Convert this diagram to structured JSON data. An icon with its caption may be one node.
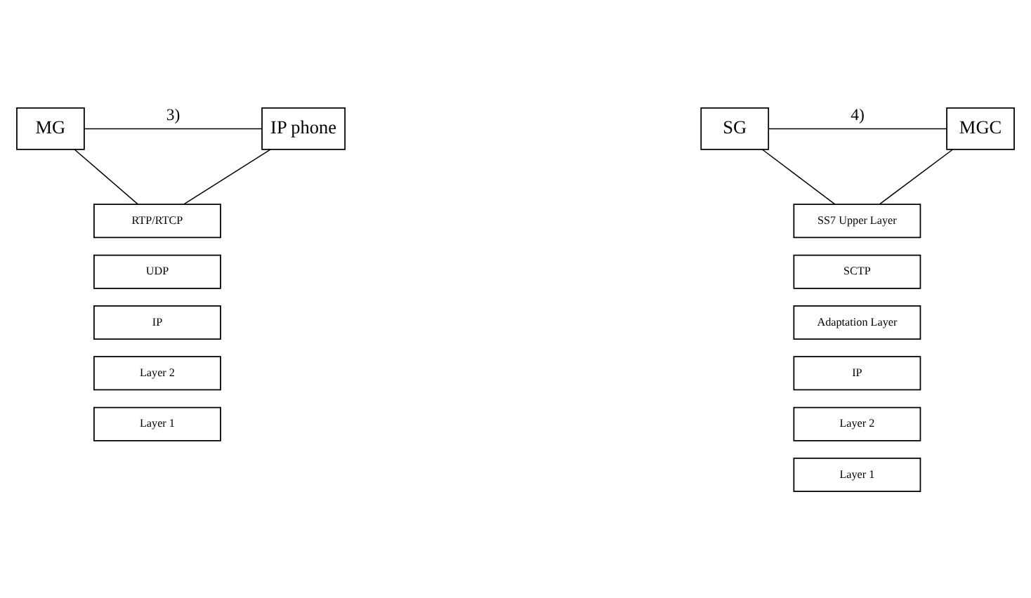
{
  "diagram": {
    "nodes": [
      {
        "text": [
          "MG"
        ]
      },
      {
        "text": [
          "IP phone"
        ]
      },
      {
        "text": [
          "RTP/RTCP"
        ]
      },
      {
        "text": [
          "UDP"
        ]
      },
      {
        "text": [
          "IP"
        ]
      },
      {
        "text": [
          "Layer 2"
        ]
      },
      {
        "text": [
          "Layer 1"
        ]
      },
      {
        "text": [
          "SG"
        ]
      },
      {
        "text": [
          "MGC"
        ]
      },
      {
        "text": [
          "SS7 Upper Layer"
        ]
      },
      {
        "text": [
          "SCTP"
        ]
      },
      {
        "text": [
          "Adaptation Layer"
        ]
      },
      {
        "text": [
          "IP"
        ]
      },
      {
        "text": [
          "Layer 2"
        ]
      },
      {
        "text": [
          "Layer 1"
        ]
      }
    ],
    "edges": [
      {
        "from": 0,
        "to": 1,
        "arrow": "none",
        "label": "3)"
      },
      {
        "from": 0,
        "to": 2,
        "arrow": "none"
      },
      {
        "from": 1,
        "to": 2,
        "arrow": "none"
      },
      {
        "from": 7,
        "to": 8,
        "arrow": "none",
        "label": "4)"
      },
      {
        "from": 7,
        "to": 9,
        "arrow": "none"
      },
      {
        "from": 8,
        "to": 9,
        "arrow": "none"
      }
    ]
  }
}
